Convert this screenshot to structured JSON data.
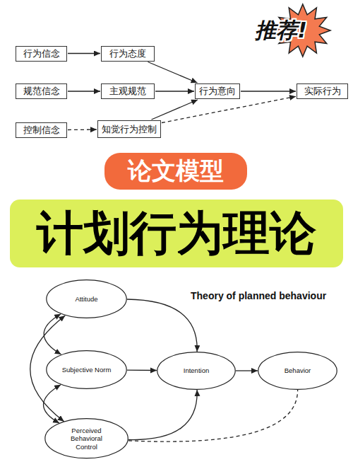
{
  "diagram": {
    "title": "Theory of planned behaviour",
    "nodes": [
      {
        "text": [
          "行为信念"
        ]
      },
      {
        "text": [
          "行为态度"
        ]
      },
      {
        "text": [
          "推荐!"
        ]
      },
      {
        "text": [
          "规范信念"
        ]
      },
      {
        "text": [
          "主观规范"
        ]
      },
      {
        "text": [
          "行为意向"
        ]
      },
      {
        "text": [
          "实际行为"
        ]
      },
      {
        "text": [
          "控制信念"
        ]
      },
      {
        "text": [
          "知觉行为控制"
        ]
      },
      {
        "text": [
          "论文模型"
        ]
      },
      {
        "text": [
          "计划行为理论"
        ]
      },
      {
        "text": [
          "Attitude"
        ]
      },
      {
        "text": [
          "Subjective Norm"
        ]
      },
      {
        "text": [
          "Intention"
        ]
      },
      {
        "text": [
          "Behavior"
        ]
      },
      {
        "text": [
          "Perceived Behavioral Control"
        ]
      }
    ],
    "edges": [
      {
        "from": 0,
        "to": 1,
        "arrow": "to"
      },
      {
        "from": 3,
        "to": 4,
        "arrow": "to"
      },
      {
        "from": 7,
        "to": 8,
        "arrow": "to"
      },
      {
        "from": 1,
        "to": 5,
        "arrow": "to"
      },
      {
        "from": 4,
        "to": 5,
        "arrow": "to"
      },
      {
        "from": 8,
        "to": 5,
        "arrow": "to"
      },
      {
        "from": 5,
        "to": 6,
        "arrow": "to"
      },
      {
        "from": 8,
        "to": 6,
        "arrow": "to"
      },
      {
        "from": 11,
        "to": 13,
        "arrow": "to"
      },
      {
        "from": 12,
        "to": 13,
        "arrow": "to"
      },
      {
        "from": 15,
        "to": 13,
        "arrow": "to"
      },
      {
        "from": 13,
        "to": 14,
        "arrow": "to"
      },
      {
        "from": 15,
        "to": 14,
        "arrow": "none"
      },
      {
        "from": 11,
        "to": 12,
        "arrow": "both"
      },
      {
        "from": 12,
        "to": 15,
        "arrow": "both"
      },
      {
        "from": 11,
        "to": 15,
        "arrow": "both"
      }
    ]
  }
}
